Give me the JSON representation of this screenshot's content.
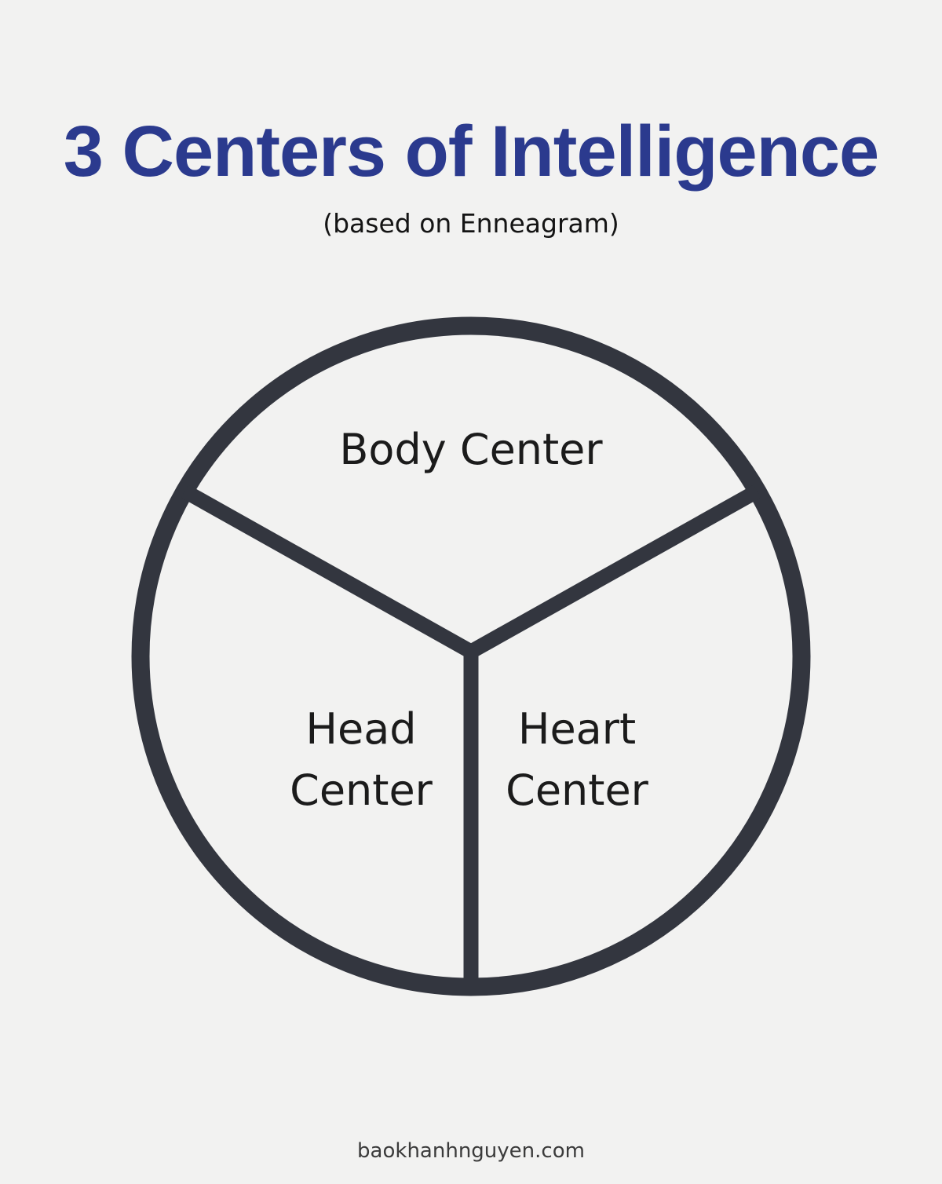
{
  "page": {
    "background_color": "#f2f2f1"
  },
  "header": {
    "title": "3 Centers of Intelligence",
    "title_color": "#2b3a8e",
    "subtitle": "(based on Enneagram)"
  },
  "diagram": {
    "type": "circle-three-equal-sections",
    "stroke_color": "#33363f",
    "sections": [
      {
        "label": "Body Center",
        "position": "top",
        "lines": [
          "Body Center"
        ]
      },
      {
        "label": "Head Center",
        "position": "bottom-left",
        "lines": [
          "Head",
          "Center"
        ]
      },
      {
        "label": "Heart Center",
        "position": "bottom-right",
        "lines": [
          "Heart",
          "Center"
        ]
      }
    ]
  },
  "footer": {
    "website": "baokhanhnguyen.com"
  }
}
